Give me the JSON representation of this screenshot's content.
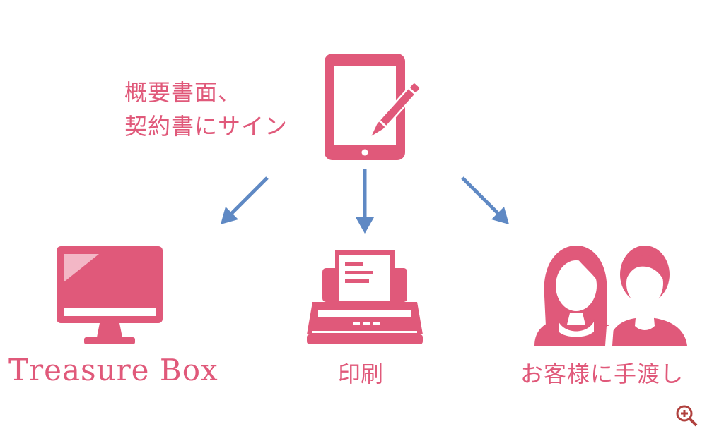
{
  "flow": {
    "source": {
      "label_line1": "概要書面、",
      "label_line2": "契約書にサイン",
      "icon": "tablet-with-pen-icon"
    },
    "destinations": [
      {
        "label": "Treasure Box",
        "icon": "desktop-monitor-icon"
      },
      {
        "label": "印刷",
        "icon": "printer-icon"
      },
      {
        "label": "お客様に手渡し",
        "icon": "customers-icon"
      }
    ]
  },
  "controls": {
    "zoom_icon": "zoom-in-icon"
  },
  "colors": {
    "accent": "#e0597a",
    "arrow": "#5f89c4",
    "zoom": "#b0413e"
  }
}
